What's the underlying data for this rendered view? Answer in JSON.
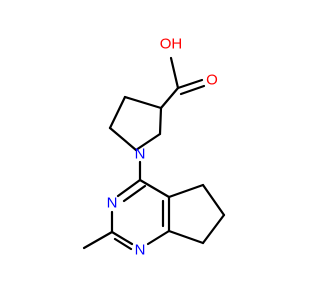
{
  "molecule": {
    "atoms": [
      {
        "id": "o-hydroxyl",
        "label": "OH",
        "color": "#ff0000"
      },
      {
        "id": "o-carbonyl",
        "label": "O",
        "color": "#ff0000"
      },
      {
        "id": "n-pyrrolidine",
        "label": "N",
        "color": "#0000ff"
      },
      {
        "id": "n-pyrimidine-1",
        "label": "N",
        "color": "#0000ff"
      },
      {
        "id": "n-pyrimidine-2",
        "label": "N",
        "color": "#0000ff"
      }
    ]
  }
}
